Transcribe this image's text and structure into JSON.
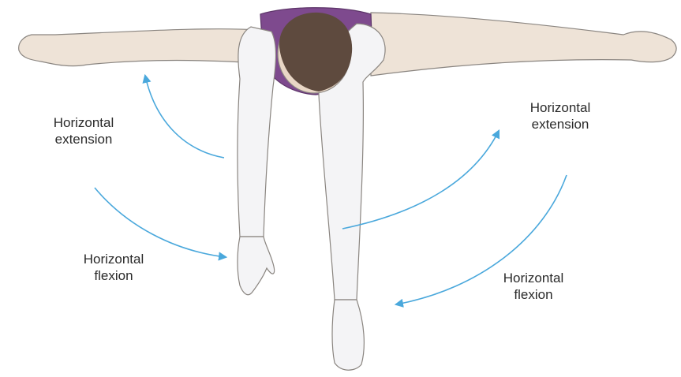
{
  "labels": {
    "left_extension": {
      "line1": "Horizontal",
      "line2": "extension"
    },
    "left_flexion": {
      "line1": "Horizontal",
      "line2": "flexion"
    },
    "right_extension": {
      "line1": "Horizontal",
      "line2": "extension"
    },
    "right_flexion": {
      "line1": "Horizontal",
      "line2": "flexion"
    }
  },
  "colors": {
    "arrow": "#4aa8dc",
    "skin_outstretched": "#eee3d7",
    "skin_lowered": "#f4f4f6",
    "shirt": "#7e4a8e",
    "hair": "#5e4a3e",
    "outline": "#8a8580"
  }
}
